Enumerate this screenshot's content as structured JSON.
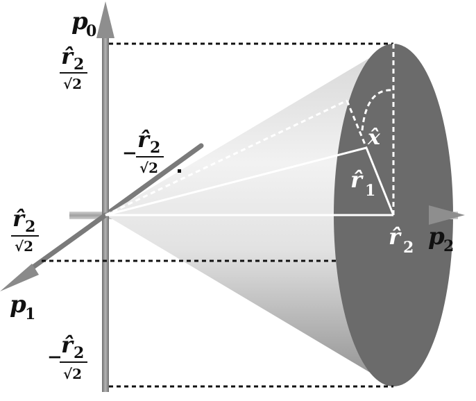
{
  "axes": {
    "p0": {
      "symbol": "p",
      "subscript": "0"
    },
    "p1": {
      "symbol": "p",
      "subscript": "1"
    },
    "p2": {
      "symbol": "p",
      "subscript": "2"
    }
  },
  "tick_labels": {
    "top": {
      "sign": "",
      "numerator": "r̂",
      "num_sub": "2",
      "denominator": "√2"
    },
    "bottom": {
      "sign": "−",
      "numerator": "r̂",
      "num_sub": "2",
      "denominator": "√2"
    },
    "left": {
      "sign": "",
      "numerator": "r̂",
      "num_sub": "2",
      "denominator": "√2"
    },
    "back": {
      "sign": "−",
      "numerator": "r̂",
      "num_sub": "2",
      "denominator": "√2"
    }
  },
  "annotations": {
    "x_hat": "x̂",
    "r1": {
      "symbol": "r̂",
      "subscript": "1"
    },
    "r2": {
      "symbol": "r̂",
      "subscript": "2"
    }
  },
  "colors": {
    "axis": "#8c8c8c",
    "cone_light": "#e6e6e6",
    "cone_dark": "#9a9a9a",
    "base_disk": "#6e6e6e",
    "guide_lines": "#111111",
    "highlight_lines": "#ffffff"
  }
}
